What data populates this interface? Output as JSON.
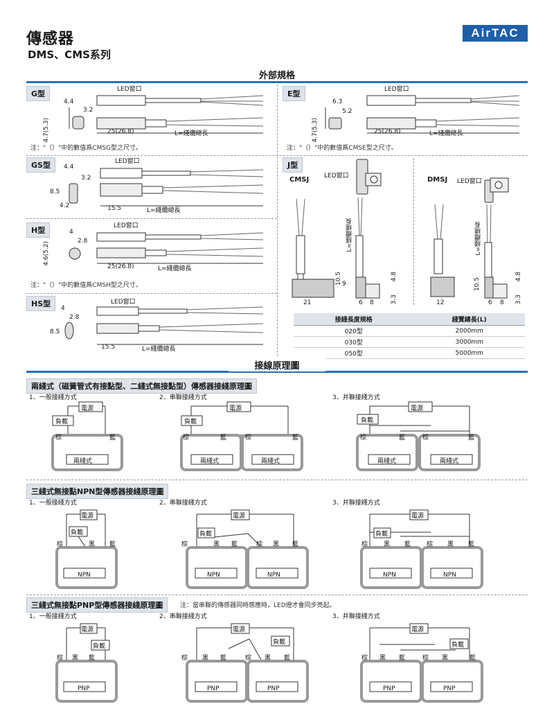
{
  "header": {
    "title": "傳感器",
    "subtitle": "DMS、CMS系列",
    "logo": "AirTAC"
  },
  "sections": {
    "external": "外部規格",
    "wiring": "接線原理圖"
  },
  "panels": {
    "G": {
      "label": "G型",
      "led": "LED窗口",
      "dims": [
        "4.4",
        "3.2",
        "4.7(5.3)",
        "25(26.8)",
        "L=綫纜總長"
      ],
      "note": "注：\"（）\"中的數值爲CMSG型之尺寸。"
    },
    "E": {
      "label": "E型",
      "led": "LED窗口",
      "dims": [
        "6.3",
        "5.2",
        "4.7(5.3)",
        "25(26.8)",
        "L=綫纜總長"
      ],
      "note": "注：\"（）\"中的數值爲CMSE型之尺寸。"
    },
    "GS": {
      "label": "GS型",
      "led": "LED窗口",
      "dims": [
        "4.4",
        "3.2",
        "8.5",
        "4.2",
        "15.5",
        "L=綫纜總長"
      ]
    },
    "J": {
      "label": "J型",
      "cmsj": "CMSJ",
      "dmsj": "DMSJ",
      "led": "LED窗口",
      "cable": "L=綫纜總長",
      "dims_cmsj": [
        "21",
        "10.5",
        "9",
        "6",
        "8",
        "4.8",
        "3.3"
      ],
      "dims_dmsj": [
        "12",
        "10.5",
        "6",
        "8",
        "4.8",
        "3.3"
      ]
    },
    "H": {
      "label": "H型",
      "led": "LED窗口",
      "dims": [
        "4",
        "2.8",
        "4.6(5.2)",
        "25(26.8)",
        "L=綫纜總長"
      ],
      "note": "注：\"（）\"中的數值爲CMSH型之尺寸。"
    },
    "HS": {
      "label": "HS型",
      "led": "LED窗口",
      "dims": [
        "4",
        "2.8",
        "8.5",
        "15.5",
        "L=綫纜總長"
      ]
    }
  },
  "cable_table": {
    "headers": [
      "接綫長度規格",
      "綫覽總長(L)"
    ],
    "rows": [
      [
        "020型",
        "2000mm"
      ],
      [
        "030型",
        "3000mm"
      ],
      [
        "050型",
        "5000mm"
      ]
    ]
  },
  "wiring": {
    "two_wire": {
      "title": "兩綫式（磁簧管式有接點型、二綫式無接點型）傳感器接綫原理圖",
      "sub": [
        "1、一般接綫方式",
        "2、串聯接綫方式",
        "3、并聯接綫方式"
      ],
      "power": "電源",
      "load": "負載",
      "brown": "棕",
      "blue": "藍",
      "device": "兩綫式"
    },
    "npn": {
      "title": "三綫式無接點NPN型傳感器接綫原理圖",
      "sub": [
        "1、一般接綫方式",
        "2、串聯接綫方式",
        "3、并聯接綫方式"
      ],
      "power": "電源",
      "load": "負載",
      "brown": "棕",
      "black": "黑",
      "blue": "藍",
      "device": "NPN"
    },
    "pnp": {
      "title": "三綫式無接點PNP型傳感器接綫原理圖",
      "note": "注：當串聯的傳感器同時感應時，LED燈才會同步亮起。",
      "sub": [
        "1、一般接綫方式",
        "2、串聯接綫方式",
        "3、并聯接綫方式"
      ],
      "power": "電源",
      "load": "負載",
      "brown": "棕",
      "black": "黑",
      "blue": "藍",
      "device": "PNP"
    }
  }
}
